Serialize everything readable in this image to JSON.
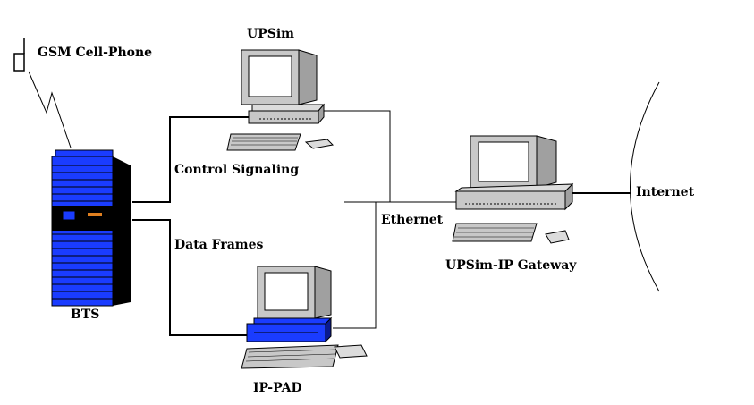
{
  "labels": {
    "gsm_phone": "GSM Cell-Phone",
    "upsim": "UPSim",
    "control_signaling": "Control Signaling",
    "data_frames": "Data Frames",
    "bts": "BTS",
    "ethernet": "Ethernet",
    "gateway": "UPSim-IP Gateway",
    "internet": "Internet",
    "ippad": "IP-PAD"
  },
  "colors": {
    "bts_blue": "#1a3cff",
    "ippad_blue": "#1a3cff",
    "computer_gray": "#c8c8c8",
    "screen": "#ffffff",
    "line": "#000000"
  }
}
